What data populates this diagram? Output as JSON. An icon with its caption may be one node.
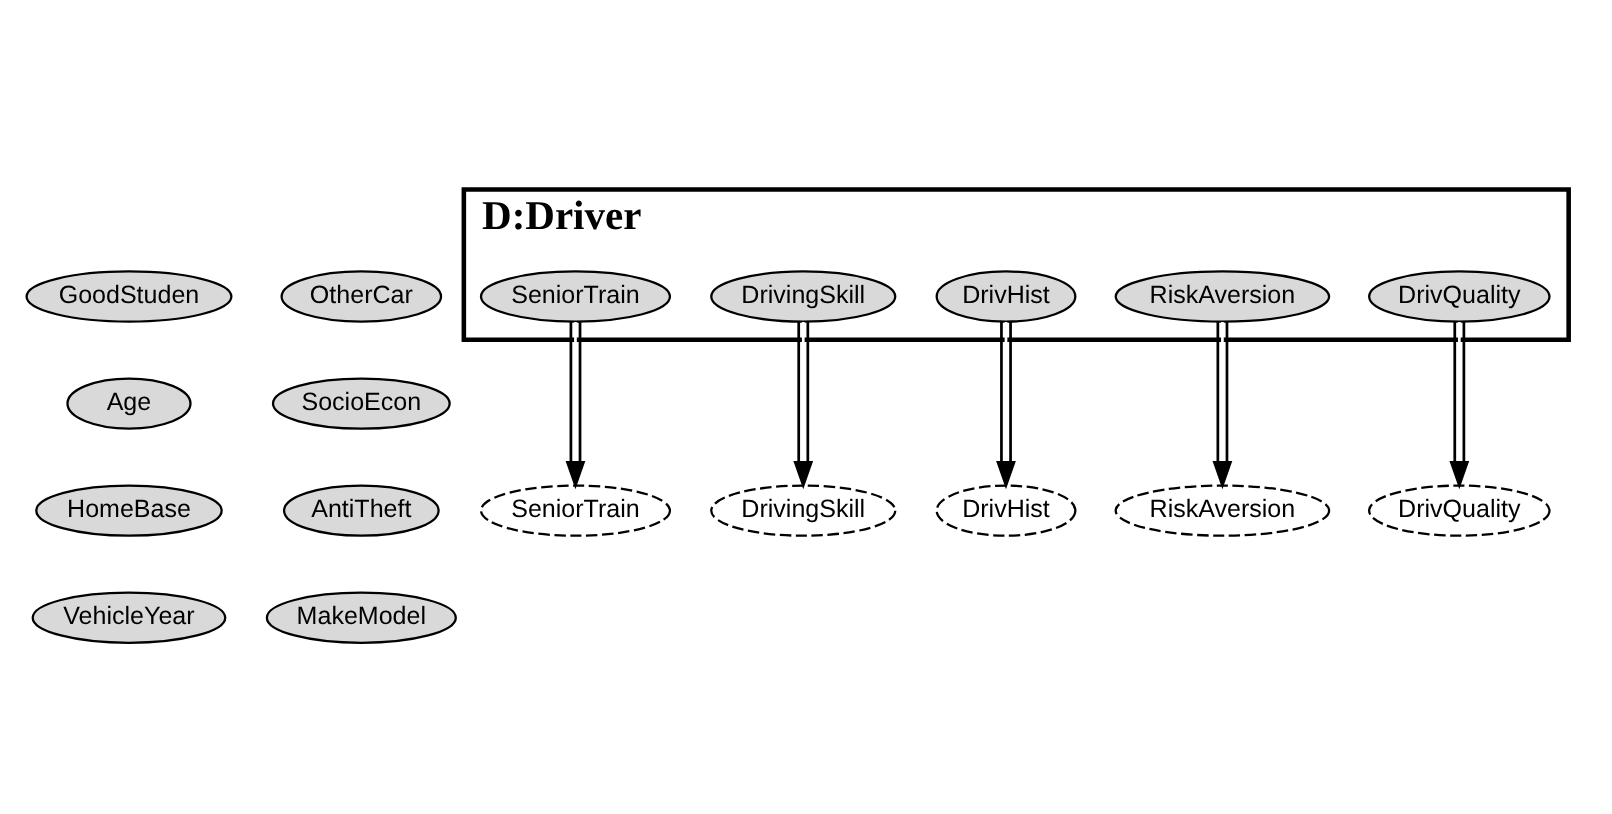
{
  "diagram": {
    "nodes": [
      {
        "text": [
          "GoodStuden"
        ]
      },
      {
        "text": [
          "OtherCar"
        ]
      },
      {
        "text": [
          "Age"
        ]
      },
      {
        "text": [
          "SocioEcon"
        ]
      },
      {
        "text": [
          "HomeBase"
        ]
      },
      {
        "text": [
          "AntiTheft"
        ]
      },
      {
        "text": [
          "VehicleYear"
        ]
      },
      {
        "text": [
          "MakeModel"
        ]
      },
      {
        "text": [
          "D:Driver"
        ]
      },
      {
        "text": [
          "SeniorTrain"
        ],
        "in": 8
      },
      {
        "text": [
          "DrivingSkill"
        ],
        "in": 8
      },
      {
        "text": [
          "DrivHist"
        ],
        "in": 8
      },
      {
        "text": [
          "RiskAversion"
        ],
        "in": 8
      },
      {
        "text": [
          "DrivQuality"
        ],
        "in": 8
      },
      {
        "text": [
          "SeniorTrain"
        ]
      },
      {
        "text": [
          "DrivingSkill"
        ]
      },
      {
        "text": [
          "DrivHist"
        ]
      },
      {
        "text": [
          "RiskAversion"
        ]
      },
      {
        "text": [
          "DrivQuality"
        ]
      }
    ],
    "edges": [
      {
        "from": 9,
        "to": 14,
        "arrow": "to"
      },
      {
        "from": 10,
        "to": 15,
        "arrow": "to"
      },
      {
        "from": 11,
        "to": 16,
        "arrow": "to"
      },
      {
        "from": 12,
        "to": 17,
        "arrow": "to"
      },
      {
        "from": 13,
        "to": 18,
        "arrow": "to"
      }
    ]
  }
}
